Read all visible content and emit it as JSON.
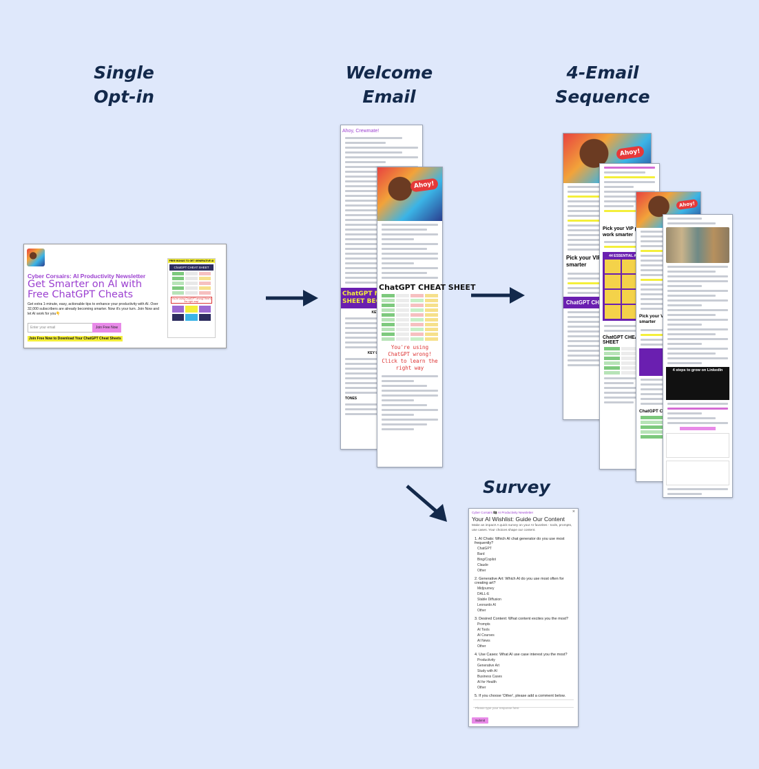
{
  "stages": {
    "optin": {
      "line1": "Single",
      "line2": "Opt-in"
    },
    "welcome": {
      "line1": "Welcome",
      "line2": "Email"
    },
    "sequence": {
      "line1": "4-Email",
      "line2": "Sequence"
    },
    "survey": {
      "line1": "Survey"
    }
  },
  "optin_page": {
    "brand": "Cyber Corsairs: AI Productivity Newsletter",
    "headline": "Get Smarter on AI with Free ChatGPT Cheats",
    "body": "Get extra 1-minute, easy, actionable tips to enhance your productivity with AI. Over 32,000 subscribers are already becoming smarter. Now it's your turn. Join Now and let AI work for you👇",
    "email_placeholder": "Enter your email",
    "join_button": "Join Free Now",
    "footer_cta": "Join Free Now to Download Your ChatGPT Cheat Sheets",
    "cheatsheet_banner": "FREE BONUS TO GET GENERATIVE AI",
    "cheatsheet_title": "ChatGPT CHEAT SHEET",
    "cheatsheet_note": "You're using ChatGPT wrong! Here's the right way!"
  },
  "welcome_email": {
    "greeting": "Ahoy, Crewmate!",
    "ahoy_badge": "Ahoy!",
    "cheatsheet_title": "ChatGPT CHEAT SHEET",
    "banner": "ChatGPT MASTER SHEET BEG",
    "wrong_way": "You're using ChatGPT wrong! Click to learn the right way",
    "key_terms": "KEY TERMS",
    "key_use": "KEY USE CASES",
    "tones": "TONES"
  },
  "sequence_emails": {
    "badge": "Ahoy!",
    "vip": "Pick your VIP plan to work smarter",
    "essential": "44 ESSENTIAL AI TOOLS",
    "cheatsheet": "ChatGPT CHEAT SHEET",
    "linkedin": "4 steps to grow on LinkedIn"
  },
  "survey_form": {
    "breadcrumb": "Cyber Corsairs 🏴‍☠️ AI Productivity Newsletter",
    "title": "Your AI Wishlist: Guide Our Content",
    "intro": "Make an impact! A quick survey on your AI favorites - tools, prompts, use cases. Your choices shape our content.",
    "questions": [
      {
        "label": "1. AI Chats: Which AI chat generator do you use most frequently?",
        "options": [
          "ChatGPT",
          "Bard",
          "Bing/Copilot",
          "Claude",
          "Other"
        ]
      },
      {
        "label": "2. Generative Art: Which AI do you use most often for creating art?",
        "options": [
          "Midjourney",
          "DALL-E",
          "Stable Diffusion",
          "Leonardo AI",
          "Other"
        ]
      },
      {
        "label": "3. Desired Content: What content excites you the most?",
        "options": [
          "Prompts",
          "AI Tools",
          "AI Courses",
          "AI News",
          "Other"
        ]
      },
      {
        "label": "4. Use Cases: What AI use case interest you the most?",
        "options": [
          "Productivity",
          "Generative Art",
          "Study with AI",
          "Business Cases",
          "AI for Health",
          "Other"
        ]
      }
    ],
    "comment_label": "5. If you choose 'Other', please add a comment below.",
    "comment_placeholder": "Please type your response here",
    "submit": "Submit"
  },
  "colors": {
    "background": "#dfe8fb",
    "title_navy": "#13294b",
    "arrow_navy": "#13294b",
    "brand_purple": "#9b3fd0",
    "accent_pink": "#e88ae8",
    "highlight_yellow": "#f4ef3a"
  }
}
